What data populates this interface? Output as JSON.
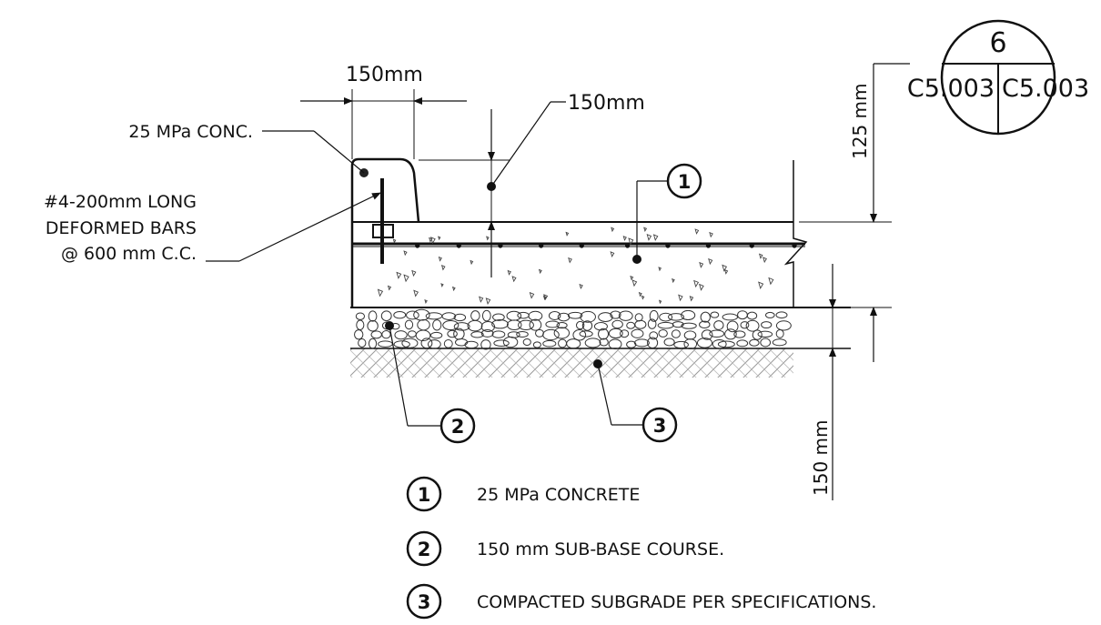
{
  "detail": {
    "number": "6",
    "sheet_left": "C5.003",
    "sheet_right": "C5.003"
  },
  "dimensions": {
    "curb_width": "150mm",
    "slab_thickness": "150mm",
    "slab_depth_vertical": "125 mm",
    "subbase_depth_vertical": "150 mm"
  },
  "callouts": {
    "curb_concrete": "25 MPa CONC.",
    "dowel_line1": "#4-200mm LONG",
    "dowel_line2": "DEFORMED BARS",
    "dowel_line3": "@ 600 mm C.C."
  },
  "markers": {
    "m1": "1",
    "m2": "2",
    "m3": "3"
  },
  "legend": [
    {
      "num": "1",
      "text": "25 MPa CONCRETE"
    },
    {
      "num": "2",
      "text": "150 mm SUB-BASE COURSE."
    },
    {
      "num": "3",
      "text": "COMPACTED SUBGRADE PER SPECIFICATIONS."
    }
  ]
}
